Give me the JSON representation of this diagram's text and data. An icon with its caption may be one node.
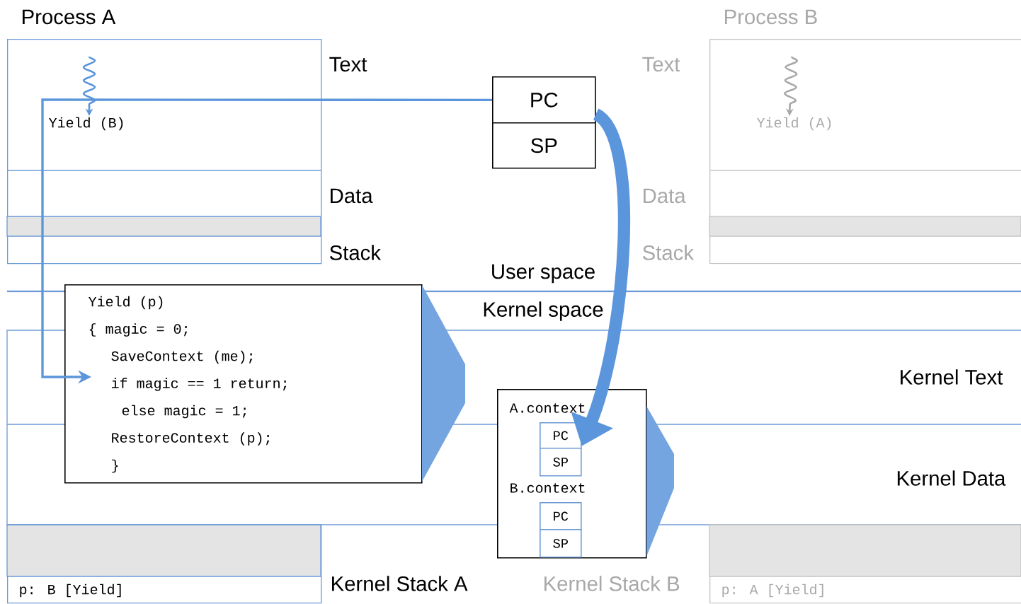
{
  "diagram": {
    "nodes": [
      {
        "text": [
          "Process A"
        ],
        "beside": [
          "Text",
          "Data",
          "Stack"
        ]
      },
      {
        "text": [
          "Yield (B)"
        ],
        "in": 0
      },
      {
        "text": [
          "Process B"
        ],
        "beside": [
          "Text",
          "Data",
          "Stack"
        ]
      },
      {
        "text": [
          "Yield (A)"
        ],
        "in": 2
      },
      {
        "text": [
          "PC"
        ]
      },
      {
        "text": [
          "SP"
        ]
      },
      {
        "text": [
          "p: B [Yield]"
        ],
        "beside": [
          "Kernel Stack A"
        ]
      },
      {
        "text": [
          "p: A [Yield]"
        ],
        "beside": [
          "Kernel Stack B"
        ]
      },
      {
        "text": [
          "Yield (p)",
          "{ magic = 0;",
          "SaveContext (me);",
          "if magic == 1 return;",
          "else magic = 1;",
          "RestoreContext (p);",
          "}"
        ]
      },
      {
        "text": [
          "A.context",
          "B.context"
        ]
      },
      {
        "text": [
          "PC"
        ],
        "in": 9
      },
      {
        "text": [
          "SP"
        ],
        "in": 9
      },
      {
        "text": [
          "PC"
        ],
        "in": 9
      },
      {
        "text": [
          "SP"
        ],
        "in": 9
      },
      {
        "text": [],
        "shape": "pentagon"
      }
    ],
    "edges": [
      {
        "from": 4,
        "to": 8,
        "arrow": "to"
      },
      {
        "from": 4,
        "to": 10,
        "arrow": "to",
        "style": "thick"
      },
      {
        "from": null,
        "to": 1,
        "arrow": "to"
      },
      {
        "from": null,
        "to": 3,
        "arrow": "to",
        "color": "#a8a8a8"
      }
    ],
    "labels": [
      "User space",
      "Kernel space",
      "Kernel Text",
      "Kernel Data"
    ]
  }
}
